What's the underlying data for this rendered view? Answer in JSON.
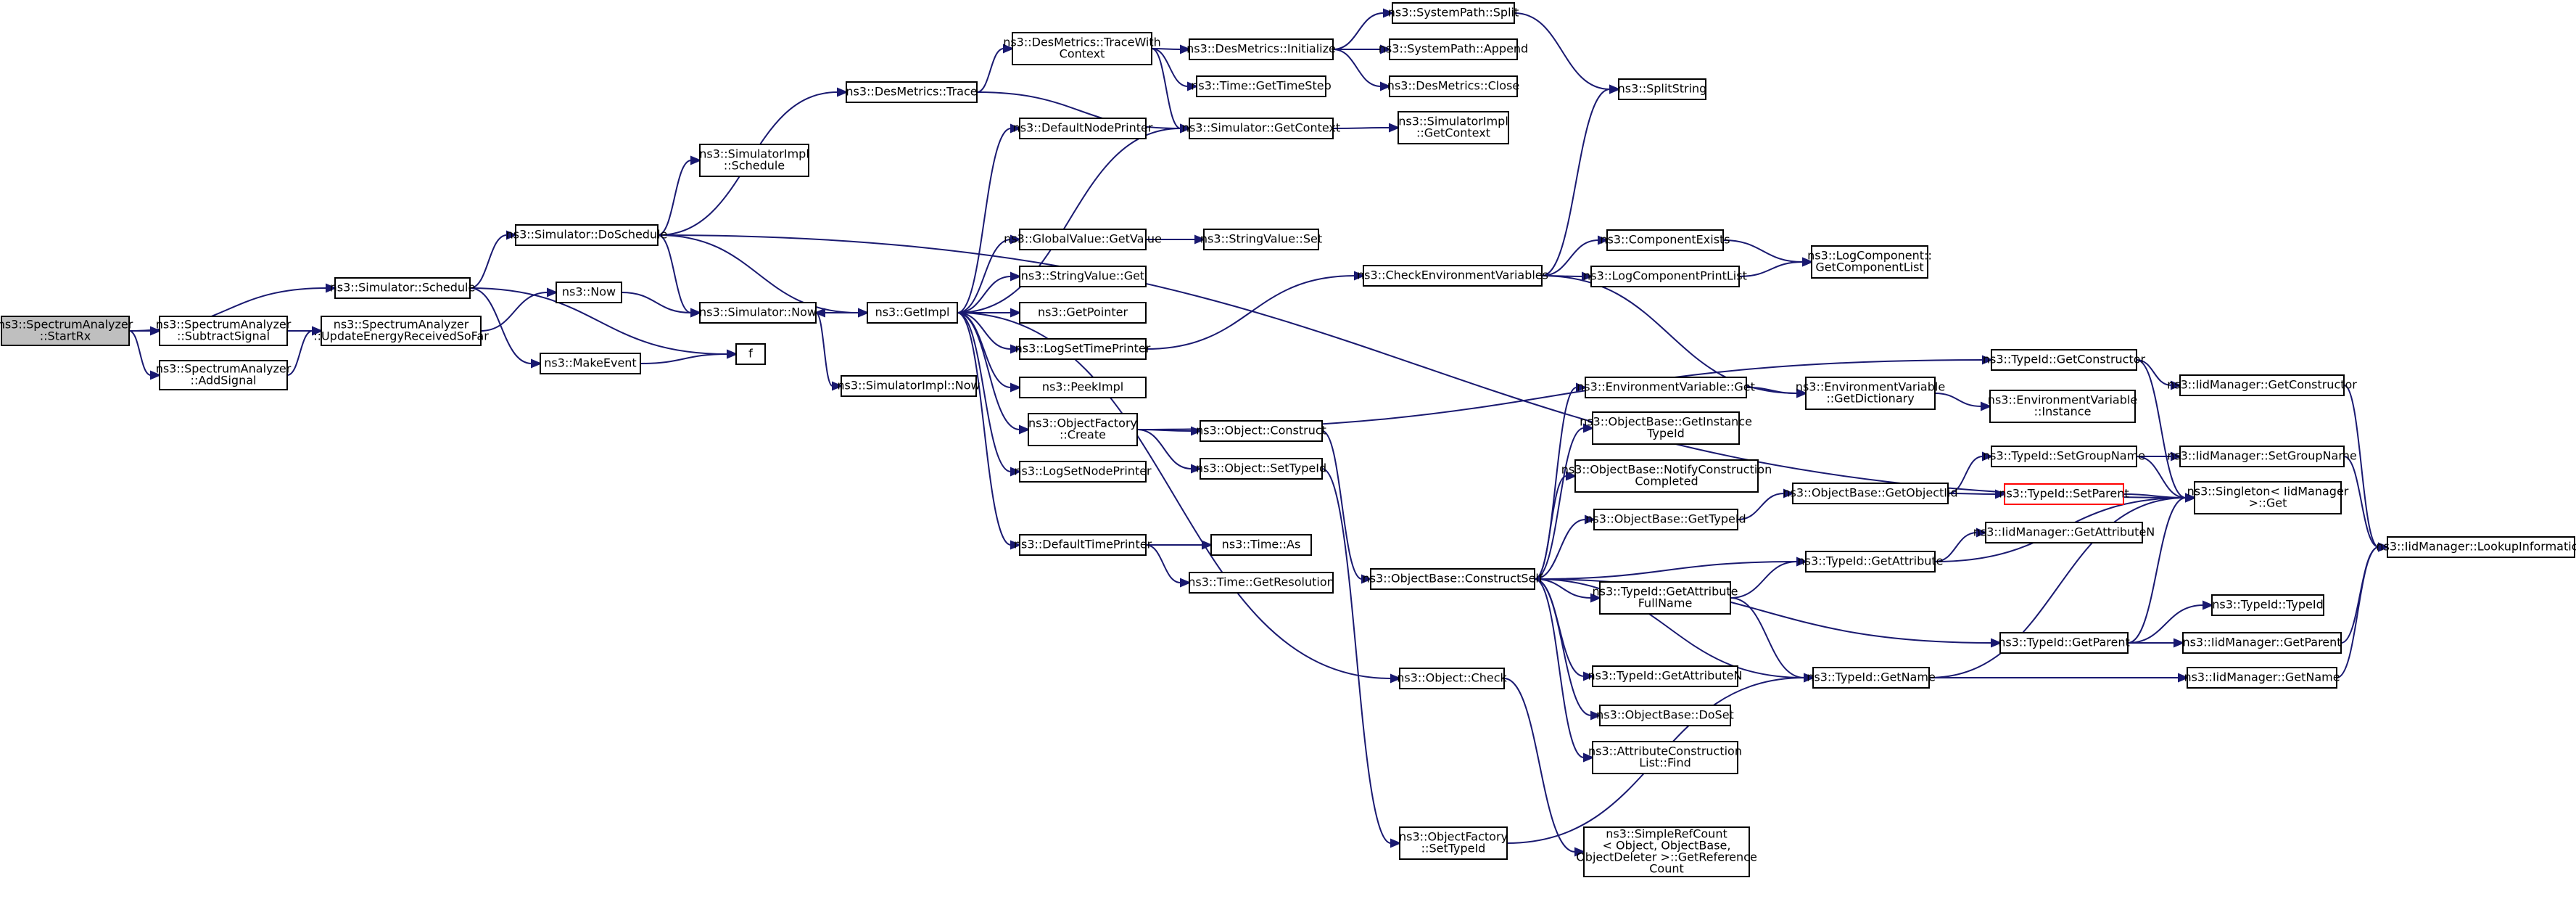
{
  "colors": {
    "edge": "#191970",
    "node_border": "#000000",
    "node_fill": "#ffffff",
    "root_fill": "#bfbfbf",
    "truncated_border": "#ff0000",
    "background": "#ffffff"
  },
  "nodes": [
    {
      "id": "startrx",
      "lines": [
        "ns3::SpectrumAnalyzer",
        "::StartRx"
      ],
      "root": true
    },
    {
      "id": "schedule",
      "lines": [
        "ns3::Simulator::Schedule"
      ]
    },
    {
      "id": "subtractsignal",
      "lines": [
        "ns3::SpectrumAnalyzer",
        "::SubtractSignal"
      ]
    },
    {
      "id": "addsignal",
      "lines": [
        "ns3::SpectrumAnalyzer",
        "::AddSignal"
      ]
    },
    {
      "id": "updateenergy",
      "lines": [
        "ns3::SpectrumAnalyzer",
        "::UpdateEnergyReceivedSoFar"
      ]
    },
    {
      "id": "doschedule",
      "lines": [
        "ns3::Simulator::DoSchedule"
      ]
    },
    {
      "id": "makeevent",
      "lines": [
        "ns3::MakeEvent"
      ]
    },
    {
      "id": "f",
      "lines": [
        "f"
      ]
    },
    {
      "id": "ns3now",
      "lines": [
        "ns3::Now"
      ]
    },
    {
      "id": "simnow",
      "lines": [
        "ns3::Simulator::Now"
      ]
    },
    {
      "id": "destrace",
      "lines": [
        "ns3::DesMetrics::Trace"
      ]
    },
    {
      "id": "simimplschedule",
      "lines": [
        "ns3::SimulatorImpl",
        "::Schedule"
      ]
    },
    {
      "id": "getimpl",
      "lines": [
        "ns3::GetImpl"
      ]
    },
    {
      "id": "simimplnow",
      "lines": [
        "ns3::SimulatorImpl::Now"
      ]
    },
    {
      "id": "tracewithcontext",
      "lines": [
        "ns3::DesMetrics::TraceWith",
        "Context"
      ]
    },
    {
      "id": "defaultnodeprinter",
      "lines": [
        "ns3::DefaultNodePrinter"
      ]
    },
    {
      "id": "globalvalueget",
      "lines": [
        "ns3::GlobalValue::GetValue"
      ]
    },
    {
      "id": "stringvalueget",
      "lines": [
        "ns3::StringValue::Get"
      ]
    },
    {
      "id": "getpointer",
      "lines": [
        "ns3::GetPointer"
      ]
    },
    {
      "id": "logsettimeprinter",
      "lines": [
        "ns3::LogSetTimePrinter"
      ]
    },
    {
      "id": "peekimpl",
      "lines": [
        "ns3::PeekImpl"
      ]
    },
    {
      "id": "objfactorycreate",
      "lines": [
        "ns3::ObjectFactory",
        "::Create"
      ]
    },
    {
      "id": "logsetnodeprinter",
      "lines": [
        "ns3::LogSetNodePrinter"
      ]
    },
    {
      "id": "defaulttimeprinter",
      "lines": [
        "ns3::DefaultTimePrinter"
      ]
    },
    {
      "id": "desinitialize",
      "lines": [
        "ns3::DesMetrics::Initialize"
      ]
    },
    {
      "id": "timegettimestep",
      "lines": [
        "ns3::Time::GetTimeStep"
      ]
    },
    {
      "id": "simgetcontext",
      "lines": [
        "ns3::Simulator::GetContext"
      ]
    },
    {
      "id": "stringvalueset",
      "lines": [
        "ns3::StringValue::Set"
      ]
    },
    {
      "id": "objectconstruct",
      "lines": [
        "ns3::Object::Construct"
      ]
    },
    {
      "id": "objectsettypeid",
      "lines": [
        "ns3::Object::SetTypeId"
      ]
    },
    {
      "id": "timeas",
      "lines": [
        "ns3::Time::As"
      ]
    },
    {
      "id": "timegetresolution",
      "lines": [
        "ns3::Time::GetResolution"
      ]
    },
    {
      "id": "syspathsplit",
      "lines": [
        "ns3::SystemPath::Split"
      ]
    },
    {
      "id": "syspathappend",
      "lines": [
        "ns3::SystemPath::Append"
      ]
    },
    {
      "id": "desclose",
      "lines": [
        "ns3::DesMetrics::Close"
      ]
    },
    {
      "id": "simimplgetcontext",
      "lines": [
        "ns3::SimulatorImpl",
        "::GetContext"
      ]
    },
    {
      "id": "checkenv",
      "lines": [
        "ns3::CheckEnvironmentVariables"
      ]
    },
    {
      "id": "constructself",
      "lines": [
        "ns3::ObjectBase::ConstructSelf"
      ]
    },
    {
      "id": "objectcheck",
      "lines": [
        "ns3::Object::Check"
      ]
    },
    {
      "id": "objfactorysettypeid",
      "lines": [
        "ns3::ObjectFactory",
        "::SetTypeId"
      ]
    },
    {
      "id": "splitstring",
      "lines": [
        "ns3::SplitString"
      ]
    },
    {
      "id": "componentexists",
      "lines": [
        "ns3::ComponentExists"
      ]
    },
    {
      "id": "logcomponentprintlist",
      "lines": [
        "ns3::LogComponentPrintList"
      ]
    },
    {
      "id": "envvarget",
      "lines": [
        "ns3::EnvironmentVariable::Get"
      ]
    },
    {
      "id": "getinstancetypeid",
      "lines": [
        "ns3::ObjectBase::GetInstance",
        "TypeId"
      ]
    },
    {
      "id": "notifyconstruction",
      "lines": [
        "ns3::ObjectBase::NotifyConstruction",
        "Completed"
      ]
    },
    {
      "id": "objectbasegettypeid",
      "lines": [
        "ns3::ObjectBase::GetTypeId"
      ]
    },
    {
      "id": "getattributefullname",
      "lines": [
        "ns3::TypeId::GetAttribute",
        "FullName"
      ]
    },
    {
      "id": "getattributen1",
      "lines": [
        "ns3::TypeId::GetAttributeN"
      ]
    },
    {
      "id": "dosett",
      "lines": [
        "ns3::ObjectBase::DoSet"
      ]
    },
    {
      "id": "attrconstructionfind",
      "lines": [
        "ns3::AttributeConstruction",
        "List::Find"
      ]
    },
    {
      "id": "simplerefcount",
      "lines": [
        "ns3::SimpleRefCount",
        "< Object, ObjectBase,",
        "ObjectDeleter >::GetReference",
        "Count"
      ]
    },
    {
      "id": "getcomponentlist",
      "lines": [
        "ns3::LogComponent::",
        "GetComponentList"
      ]
    },
    {
      "id": "envvargetdictionary",
      "lines": [
        "ns3::EnvironmentVariable",
        "::GetDictionary"
      ]
    },
    {
      "id": "getobjectiid",
      "lines": [
        "ns3::ObjectBase::GetObjectIid"
      ]
    },
    {
      "id": "typeidgetattribute",
      "lines": [
        "ns3::TypeId::GetAttribute"
      ]
    },
    {
      "id": "typeidgetname",
      "lines": [
        "ns3::TypeId::GetName"
      ]
    },
    {
      "id": "typeidgetconstructor",
      "lines": [
        "ns3::TypeId::GetConstructor"
      ]
    },
    {
      "id": "envvarinstance",
      "lines": [
        "ns3::EnvironmentVariable",
        "::Instance"
      ]
    },
    {
      "id": "typeidsetgroupname",
      "lines": [
        "ns3::TypeId::SetGroupName"
      ]
    },
    {
      "id": "typeidsetparent",
      "lines": [
        "ns3::TypeId::SetParent"
      ],
      "truncated": true
    },
    {
      "id": "iidgetattributen",
      "lines": [
        "ns3::IidManager::GetAttributeN"
      ]
    },
    {
      "id": "typeidgetparent",
      "lines": [
        "ns3::TypeId::GetParent"
      ]
    },
    {
      "id": "iidgetconstructor",
      "lines": [
        "ns3::IidManager::GetConstructor"
      ]
    },
    {
      "id": "iidsetgroupname",
      "lines": [
        "ns3::IidManager::SetGroupName"
      ]
    },
    {
      "id": "singletonget",
      "lines": [
        "ns3::Singleton< IidManager",
        " >::Get"
      ]
    },
    {
      "id": "typeidtypeid",
      "lines": [
        "ns3::TypeId::TypeId"
      ]
    },
    {
      "id": "iidgetparent",
      "lines": [
        "ns3::IidManager::GetParent"
      ]
    },
    {
      "id": "iidgetname",
      "lines": [
        "ns3::IidManager::GetName"
      ]
    },
    {
      "id": "iidlookup",
      "lines": [
        "ns3::IidManager::LookupInformation"
      ]
    }
  ],
  "edges": [
    [
      "startrx",
      "schedule"
    ],
    [
      "startrx",
      "subtractsignal"
    ],
    [
      "startrx",
      "addsignal"
    ],
    [
      "subtractsignal",
      "updateenergy"
    ],
    [
      "addsignal",
      "updateenergy"
    ],
    [
      "updateenergy",
      "ns3now"
    ],
    [
      "ns3now",
      "simnow"
    ],
    [
      "schedule",
      "doschedule"
    ],
    [
      "schedule",
      "makeevent"
    ],
    [
      "schedule",
      "f"
    ],
    [
      "makeevent",
      "f"
    ],
    [
      "doschedule",
      "destrace"
    ],
    [
      "doschedule",
      "simimplschedule"
    ],
    [
      "doschedule",
      "simnow"
    ],
    [
      "doschedule",
      "getimpl"
    ],
    [
      "doschedule",
      "singletonget"
    ],
    [
      "simnow",
      "getimpl"
    ],
    [
      "simnow",
      "simimplnow"
    ],
    [
      "destrace",
      "tracewithcontext"
    ],
    [
      "destrace",
      "simgetcontext"
    ],
    [
      "tracewithcontext",
      "desinitialize"
    ],
    [
      "tracewithcontext",
      "timegettimestep"
    ],
    [
      "tracewithcontext",
      "simgetcontext"
    ],
    [
      "desinitialize",
      "syspathsplit"
    ],
    [
      "desinitialize",
      "syspathappend"
    ],
    [
      "desinitialize",
      "desclose"
    ],
    [
      "syspathsplit",
      "splitstring"
    ],
    [
      "simgetcontext",
      "simimplgetcontext"
    ],
    [
      "getimpl",
      "defaultnodeprinter"
    ],
    [
      "getimpl",
      "simgetcontext"
    ],
    [
      "getimpl",
      "globalvalueget"
    ],
    [
      "getimpl",
      "stringvalueget"
    ],
    [
      "getimpl",
      "getpointer"
    ],
    [
      "getimpl",
      "logsettimeprinter"
    ],
    [
      "getimpl",
      "peekimpl"
    ],
    [
      "getimpl",
      "objfactorycreate"
    ],
    [
      "getimpl",
      "logsetnodeprinter"
    ],
    [
      "getimpl",
      "defaulttimeprinter"
    ],
    [
      "getimpl",
      "simnow"
    ],
    [
      "getimpl",
      "objectcheck"
    ],
    [
      "globalvalueget",
      "stringvalueset"
    ],
    [
      "logsettimeprinter",
      "checkenv"
    ],
    [
      "objfactorycreate",
      "objectconstruct"
    ],
    [
      "objfactorycreate",
      "objectsettypeid"
    ],
    [
      "objfactorycreate",
      "typeidgetconstructor"
    ],
    [
      "defaulttimeprinter",
      "timeas"
    ],
    [
      "defaulttimeprinter",
      "timegetresolution"
    ],
    [
      "objectconstruct",
      "constructself"
    ],
    [
      "objectsettypeid",
      "objfactorysettypeid"
    ],
    [
      "checkenv",
      "splitstring"
    ],
    [
      "checkenv",
      "componentexists"
    ],
    [
      "checkenv",
      "logcomponentprintlist"
    ],
    [
      "checkenv",
      "envvargetdictionary"
    ],
    [
      "componentexists",
      "getcomponentlist"
    ],
    [
      "logcomponentprintlist",
      "getcomponentlist"
    ],
    [
      "constructself",
      "envvarget"
    ],
    [
      "constructself",
      "getinstancetypeid"
    ],
    [
      "constructself",
      "notifyconstruction"
    ],
    [
      "constructself",
      "objectbasegettypeid"
    ],
    [
      "constructself",
      "typeidgetattribute"
    ],
    [
      "constructself",
      "getattributefullname"
    ],
    [
      "constructself",
      "typeidgetparent"
    ],
    [
      "constructself",
      "typeidgetname"
    ],
    [
      "constructself",
      "getattributen1"
    ],
    [
      "constructself",
      "dosett"
    ],
    [
      "constructself",
      "attrconstructionfind"
    ],
    [
      "objectcheck",
      "simplerefcount"
    ],
    [
      "objfactorysettypeid",
      "typeidgetname"
    ],
    [
      "envvarget",
      "envvargetdictionary"
    ],
    [
      "envvargetdictionary",
      "envvarinstance"
    ],
    [
      "objectbasegettypeid",
      "getobjectiid"
    ],
    [
      "getobjectiid",
      "typeidsetgroupname"
    ],
    [
      "getobjectiid",
      "typeidsetparent"
    ],
    [
      "getattributefullname",
      "typeidgetattribute"
    ],
    [
      "getattributefullname",
      "typeidgetname"
    ],
    [
      "typeidgetattribute",
      "iidgetattributen"
    ],
    [
      "typeidgetattribute",
      "singletonget"
    ],
    [
      "typeidgetname",
      "singletonget"
    ],
    [
      "typeidgetname",
      "iidgetname"
    ],
    [
      "typeidgetconstructor",
      "iidgetconstructor"
    ],
    [
      "typeidgetconstructor",
      "singletonget"
    ],
    [
      "typeidsetgroupname",
      "iidsetgroupname"
    ],
    [
      "typeidsetgroupname",
      "singletonget"
    ],
    [
      "typeidsetparent",
      "singletonget"
    ],
    [
      "typeidgetparent",
      "typeidtypeid"
    ],
    [
      "typeidgetparent",
      "iidgetparent"
    ],
    [
      "typeidgetparent",
      "singletonget"
    ],
    [
      "iidgetconstructor",
      "iidlookup"
    ],
    [
      "iidsetgroupname",
      "iidlookup"
    ],
    [
      "iidgetparent",
      "iidlookup"
    ],
    [
      "iidgetname",
      "iidlookup"
    ]
  ]
}
